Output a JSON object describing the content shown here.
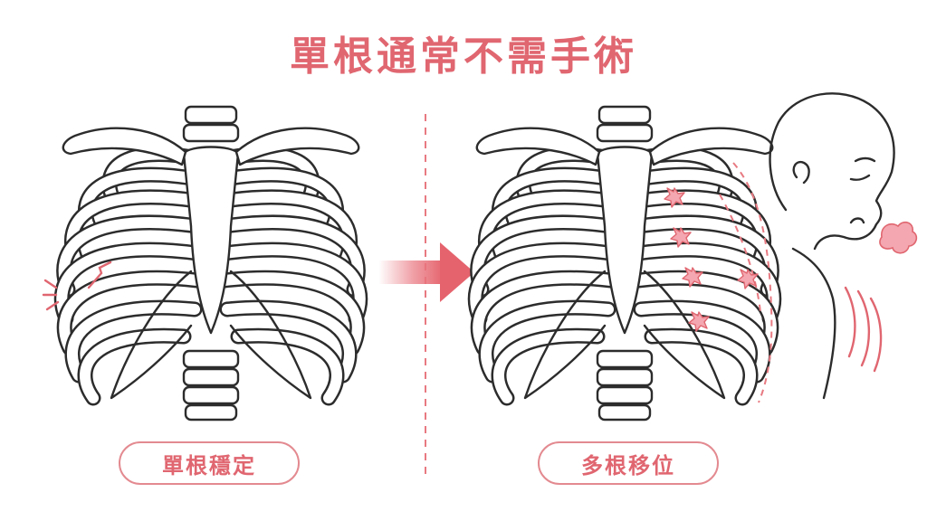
{
  "title": "單根通常不需手術",
  "left_label": "單根穩定",
  "right_label": "多根移位",
  "colors": {
    "accent": "#e06670",
    "outline": "#2c2c2c",
    "arrow": "#ea7c85",
    "fracture": "#f4a7b0"
  },
  "icons": {
    "arrow": "right-arrow-icon",
    "fracture": "fracture-star-icon",
    "person": "person-coughing-icon"
  }
}
